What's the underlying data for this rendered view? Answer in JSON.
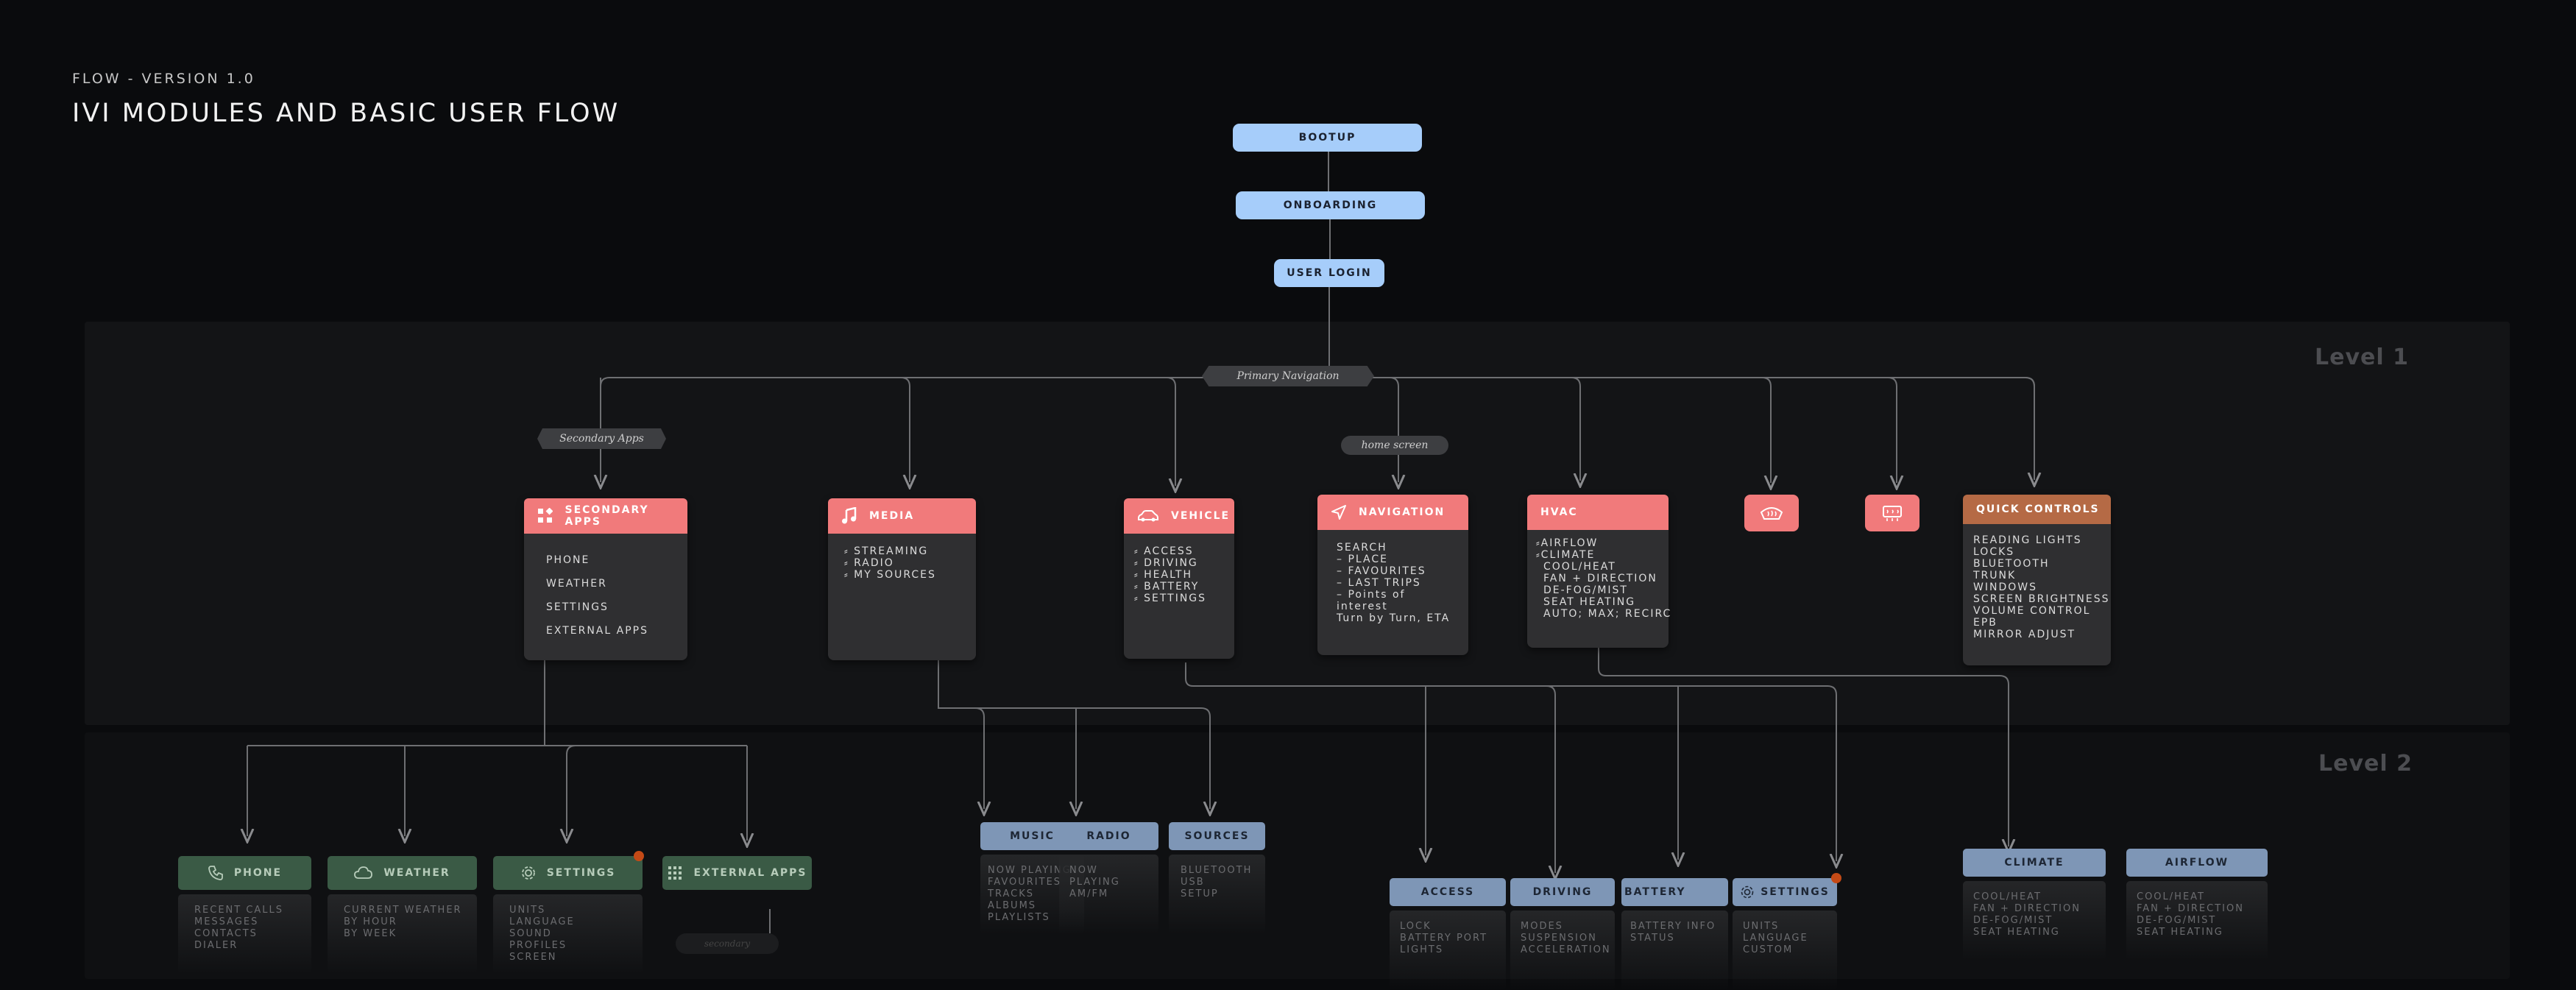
{
  "header": {
    "subtitle": "FLOW - VERSION 1.0",
    "title": "IVI MODULES AND BASIC USER FLOW"
  },
  "levels": {
    "level1": "Level 1",
    "level2": "Level 2"
  },
  "flow": {
    "bootup": "BOOTUP",
    "onboarding": "ONBOARDING",
    "login": "USER LOGIN"
  },
  "tags": {
    "primary": "Primary Navigation",
    "secondary": "Secondary Apps",
    "home": "home screen",
    "ghost": "secondary"
  },
  "modules": {
    "secondary": {
      "title": "SECONDARY APPS",
      "icon": "grid-icon",
      "items": [
        "PHONE",
        "WEATHER",
        "SETTINGS",
        "EXTERNAL APPS"
      ]
    },
    "media": {
      "title": "MEDIA",
      "icon": "music-note-icon",
      "items": [
        "⸗ STREAMING",
        "⸗ RADIO",
        "⸗ MY SOURCES"
      ]
    },
    "vehicle": {
      "title": "VEHICLE",
      "icon": "car-icon",
      "items": [
        "⸗ ACCESS",
        "⸗ DRIVING",
        "⸗ HEALTH",
        "⸗ BATTERY",
        "⸗ SETTINGS"
      ]
    },
    "navigation": {
      "title": "NAVIGATION",
      "icon": "navigation-arrow-icon",
      "items": [
        "SEARCH",
        "– PLACE",
        "– FAVOURITES",
        "– LAST TRIPS",
        "– Points of",
        "interest",
        "",
        "Turn by Turn, ETA"
      ]
    },
    "hvac": {
      "title": "HVAC",
      "items": [
        "⸗AIRFLOW",
        "⸗CLIMATE",
        "",
        "",
        "COOL/HEAT",
        "FAN + DIRECTION",
        "DE-FOG/MIST",
        "SEAT HEATING",
        "AUTO; MAX; RECIRC"
      ]
    },
    "quick": {
      "title": "QUICK CONTROLS",
      "items": [
        "READING LIGHTS",
        "LOCKS",
        "BLUETOOTH",
        "TRUNK",
        "WINDOWS",
        "SCREEN BRIGHTNESS",
        "VOLUME CONTROL",
        "EPB",
        "MIRROR ADJUST"
      ]
    }
  },
  "icons": {
    "defrost_front": "front-defrost-icon",
    "defrost_rear": "rear-defrost-icon"
  },
  "level2": {
    "phone": {
      "title": "PHONE",
      "items": [
        "RECENT CALLS",
        "MESSAGES",
        "CONTACTS",
        "DIALER"
      ]
    },
    "weather": {
      "title": "WEATHER",
      "items": [
        "CURRENT WEATHER",
        "BY HOUR",
        "BY WEEK"
      ]
    },
    "settings": {
      "title": "SETTINGS",
      "items": [
        "UNITS",
        "LANGUAGE",
        "SOUND",
        "PROFILES",
        "SCREEN"
      ]
    },
    "external": {
      "title": "EXTERNAL APPS",
      "items": []
    },
    "music": {
      "title": "MUSIC",
      "items": [
        "NOW PLAYING",
        "FAVOURITES",
        "TRACKS",
        "ALBUMS",
        "PLAYLISTS"
      ]
    },
    "radio": {
      "title": "RADIO",
      "items": [
        "NOW",
        "PLAYING",
        "",
        "AM/FM"
      ]
    },
    "sources": {
      "title": "SOURCES",
      "items": [
        "BLUETOOTH",
        "USB",
        "SETUP"
      ]
    },
    "access": {
      "title": "ACCESS",
      "items": [
        "LOCK",
        "BATTERY PORT",
        "LIGHTS"
      ]
    },
    "driving": {
      "title": "DRIVING",
      "items": [
        "MODES",
        "SUSPENSION",
        "ACCELERATION"
      ]
    },
    "battery": {
      "title": "BATTERY",
      "items": [
        "BATTERY INFO",
        "",
        "STATUS"
      ]
    },
    "vsettings": {
      "title": "SETTINGS",
      "items": [
        "UNITS",
        "LANGUAGE",
        "CUSTOM"
      ]
    },
    "climate": {
      "title": "CLIMATE",
      "items": [
        "COOL/HEAT",
        "FAN + DIRECTION",
        "DE-FOG/MIST",
        "SEAT HEATING"
      ]
    },
    "airflow": {
      "title": "AIRFLOW",
      "items": [
        "COOL/HEAT",
        "FAN + DIRECTION",
        "DE-FOG/MIST",
        "SEAT HEATING"
      ]
    }
  },
  "colors": {
    "pill": "#a6cdfa",
    "module_header": "#f17a7b",
    "quick_controls": "#b56a45",
    "level2_green": "#3a5a45",
    "level2_blue": "#7e96b6",
    "notification": "#c44a16"
  }
}
